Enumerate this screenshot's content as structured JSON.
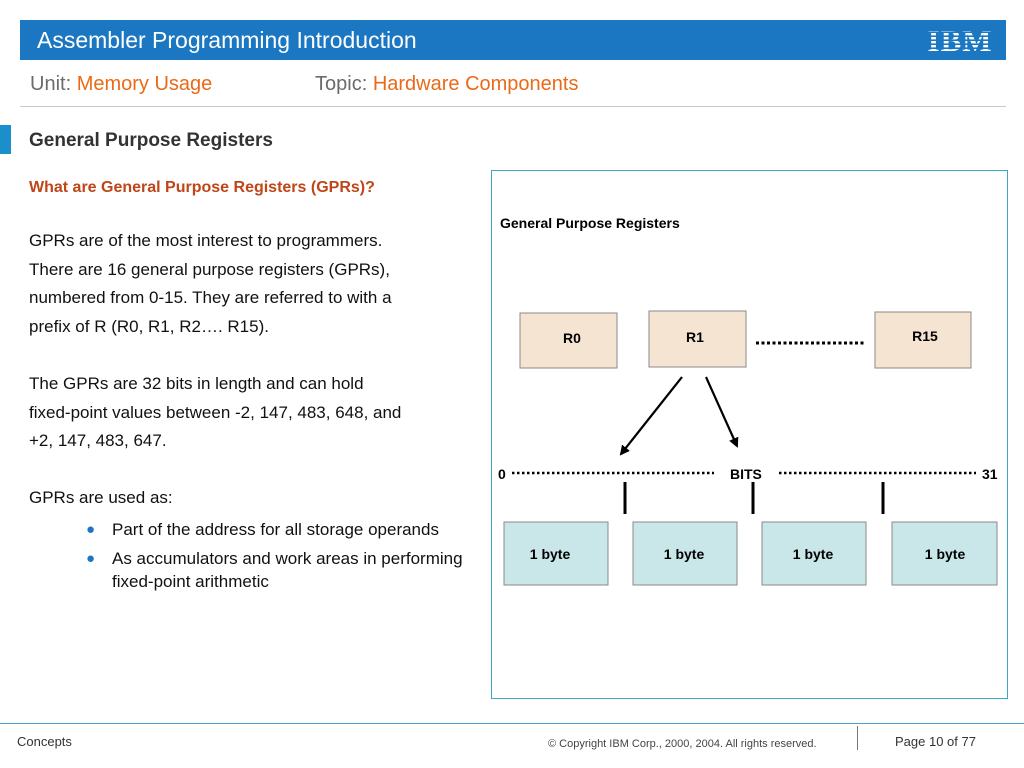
{
  "header": {
    "title": "Assembler Programming Introduction",
    "logo_text": "IBM",
    "unit_label": "Unit:",
    "unit_value": "Memory Usage",
    "topic_label": "Topic:",
    "topic_value": "Hardware Components"
  },
  "section": {
    "title": "General Purpose Registers",
    "question": "What are General Purpose Registers (GPRs)?"
  },
  "body": {
    "paragraph1_lines": [
      "GPRs are of the most interest to programmers.",
      "There are 16 general purpose registers (GPRs),",
      "numbered from 0-15. They are referred to with a",
      "prefix of R (R0, R1, R2…. R15)."
    ],
    "paragraph2_lines": [
      "The GPRs are 32 bits in length and can hold",
      "fixed-point values between -2, 147, 483, 648, and",
      "+2, 147, 483, 647."
    ],
    "paragraph3": "GPRs are used as:",
    "bullets": [
      "Part of the address for all storage operands",
      "As accumulators and work areas in performing fixed-point arithmetic"
    ]
  },
  "diagram": {
    "title": "General Purpose Registers",
    "registers": [
      "R0",
      "R1",
      "R15"
    ],
    "bits_start": "0",
    "bits_label": "BITS",
    "bits_end": "31",
    "bytes": [
      "1 byte",
      "1 byte",
      "1 byte",
      "1 byte"
    ],
    "colors": {
      "register_fill": "#f6e4d3",
      "byte_fill": "#c9e6e8",
      "box_stroke": "#8a8a8a"
    }
  },
  "footer": {
    "left": "Concepts",
    "center": "© Copyright IBM Corp., 2000, 2004. All rights reserved.",
    "right": "Page 10 of 77"
  },
  "colors": {
    "title_bar": "#1b77c2",
    "accent_orange": "#ea6a17",
    "question_red": "#c04519"
  }
}
